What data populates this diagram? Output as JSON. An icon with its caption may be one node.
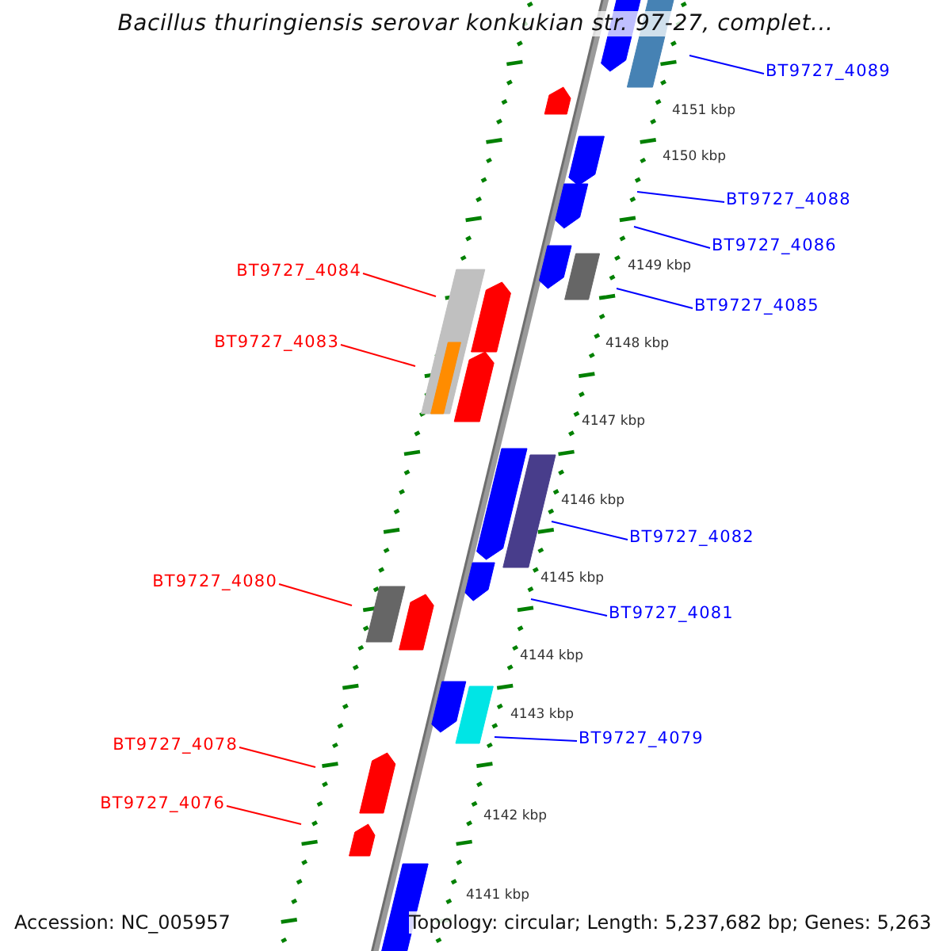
{
  "diagram": {
    "title": "Bacillus thuringiensis serovar konkukian str. 97-27, complet...",
    "nodes": [
      {
        "text": [
          "BT9727_4089"
        ]
      },
      {
        "text": [
          "BT9727_4088"
        ]
      },
      {
        "text": [
          "BT9727_4086"
        ]
      },
      {
        "text": [
          "BT9727_4084"
        ]
      },
      {
        "text": [
          "BT9727_4085"
        ]
      },
      {
        "text": [
          "BT9727_4083"
        ]
      },
      {
        "text": [
          "BT9727_4082"
        ]
      },
      {
        "text": [
          "BT9727_4080"
        ]
      },
      {
        "text": [
          "BT9727_4081"
        ]
      },
      {
        "text": [
          "BT9727_4079"
        ]
      },
      {
        "text": [
          "BT9727_4078"
        ]
      },
      {
        "text": [
          "BT9727_4076"
        ]
      }
    ],
    "edges": [
      {
        "from": 0,
        "to": null,
        "arrow": "none"
      },
      {
        "from": 1,
        "to": null,
        "arrow": "none"
      },
      {
        "from": 2,
        "to": null,
        "arrow": "none"
      },
      {
        "from": 3,
        "to": null,
        "arrow": "none",
        "color": "#ff0000"
      },
      {
        "from": 4,
        "to": null,
        "arrow": "none"
      },
      {
        "from": 5,
        "to": null,
        "arrow": "none",
        "color": "#ff0000"
      },
      {
        "from": 6,
        "to": null,
        "arrow": "none"
      },
      {
        "from": 7,
        "to": null,
        "arrow": "none",
        "color": "#ff0000"
      },
      {
        "from": 8,
        "to": null,
        "arrow": "none"
      },
      {
        "from": 9,
        "to": null,
        "arrow": "none"
      },
      {
        "from": 10,
        "to": null,
        "arrow": "none",
        "color": "#ff0000"
      },
      {
        "from": 11,
        "to": null,
        "arrow": "none",
        "color": "#ff0000"
      }
    ],
    "labels": [
      "4151 kbp",
      "4150 kbp",
      "4149 kbp",
      "4148 kbp",
      "4147 kbp",
      "4146 kbp",
      "4145 kbp",
      "4144 kbp",
      "4143 kbp",
      "4142 kbp",
      "4141 kbp",
      "Accession: NC_005957",
      "Topology: circular; Length: 5,237,682 bp; Genes: 5,263"
    ]
  }
}
